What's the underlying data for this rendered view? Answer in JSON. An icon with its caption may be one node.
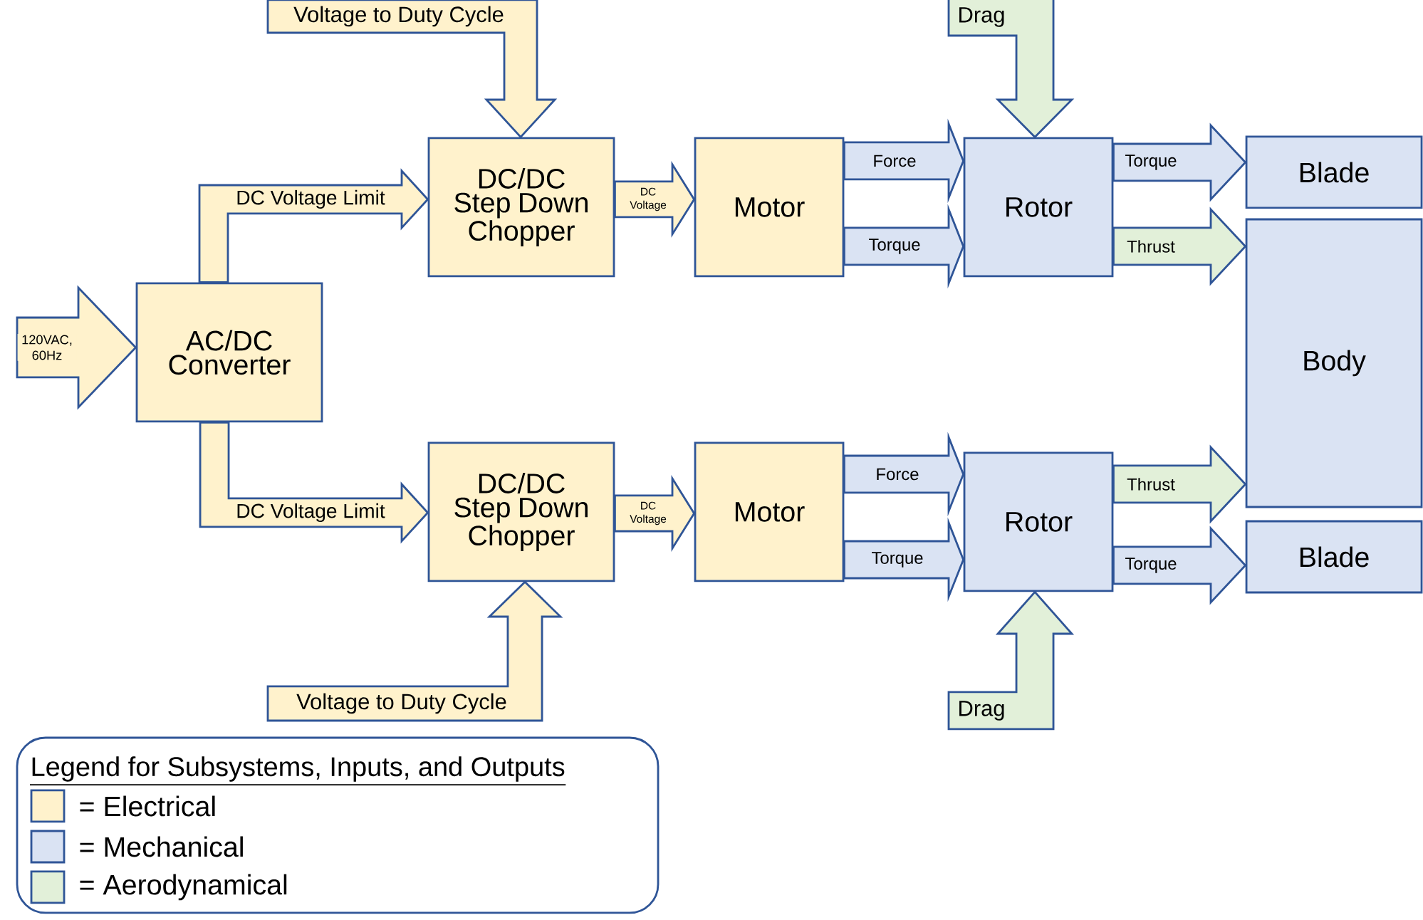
{
  "diagram": {
    "nodes": [
      {
        "text": [
          "AC/DC Converter"
        ]
      },
      {
        "text": [
          "DC/DC Step Down Chopper"
        ]
      },
      {
        "text": [
          "DC/DC Step Down Chopper"
        ]
      },
      {
        "text": [
          "Motor"
        ]
      },
      {
        "text": [
          "Motor"
        ]
      },
      {
        "text": [
          "Rotor"
        ]
      },
      {
        "text": [
          "Rotor"
        ]
      },
      {
        "text": [
          "Blade"
        ]
      },
      {
        "text": [
          "Body"
        ]
      },
      {
        "text": [
          "Blade"
        ]
      }
    ],
    "edges": [
      {
        "from": null,
        "to": 0,
        "arrow": "to",
        "label": "120VAC, 60Hz"
      },
      {
        "from": 0,
        "to": 1,
        "arrow": "to",
        "label": "DC Voltage Limit"
      },
      {
        "from": 0,
        "to": 2,
        "arrow": "to",
        "label": "DC Voltage Limit"
      },
      {
        "from": null,
        "to": 1,
        "arrow": "to",
        "label": "Voltage to Duty Cycle"
      },
      {
        "from": null,
        "to": 2,
        "arrow": "to",
        "label": "Voltage to Duty Cycle"
      },
      {
        "from": 1,
        "to": 3,
        "arrow": "to",
        "label": "DC Voltage"
      },
      {
        "from": 2,
        "to": 4,
        "arrow": "to",
        "label": "DC Voltage"
      },
      {
        "from": 3,
        "to": 5,
        "arrow": "to",
        "label": "Force",
        "color": "#dae3f3"
      },
      {
        "from": 3,
        "to": 5,
        "arrow": "to",
        "label": "Torque",
        "color": "#dae3f3"
      },
      {
        "from": 4,
        "to": 6,
        "arrow": "to",
        "label": "Force",
        "color": "#dae3f3"
      },
      {
        "from": 4,
        "to": 6,
        "arrow": "to",
        "label": "Torque",
        "color": "#dae3f3"
      },
      {
        "from": null,
        "to": 5,
        "arrow": "to",
        "label": "Drag",
        "color": "#e2f0d9"
      },
      {
        "from": null,
        "to": 6,
        "arrow": "to",
        "label": "Drag",
        "color": "#e2f0d9"
      },
      {
        "from": 5,
        "to": 7,
        "arrow": "to",
        "label": "Torque",
        "color": "#dae3f3"
      },
      {
        "from": 5,
        "to": 8,
        "arrow": "to",
        "label": "Thrust",
        "color": "#e2f0d9"
      },
      {
        "from": 6,
        "to": 8,
        "arrow": "to",
        "label": "Thrust",
        "color": "#e2f0d9"
      },
      {
        "from": 6,
        "to": 9,
        "arrow": "to",
        "label": "Torque",
        "color": "#dae3f3"
      }
    ],
    "labels": [
      "Legend for Subsystems, Inputs, and Outputs"
    ],
    "legend": [
      {
        "text": "= Electrical",
        "color": "#fff2cc"
      },
      {
        "text": "= Mechanical",
        "color": "#dae3f3"
      },
      {
        "text": "= Aerodynamical",
        "color": "#e2f0d9"
      }
    ]
  }
}
